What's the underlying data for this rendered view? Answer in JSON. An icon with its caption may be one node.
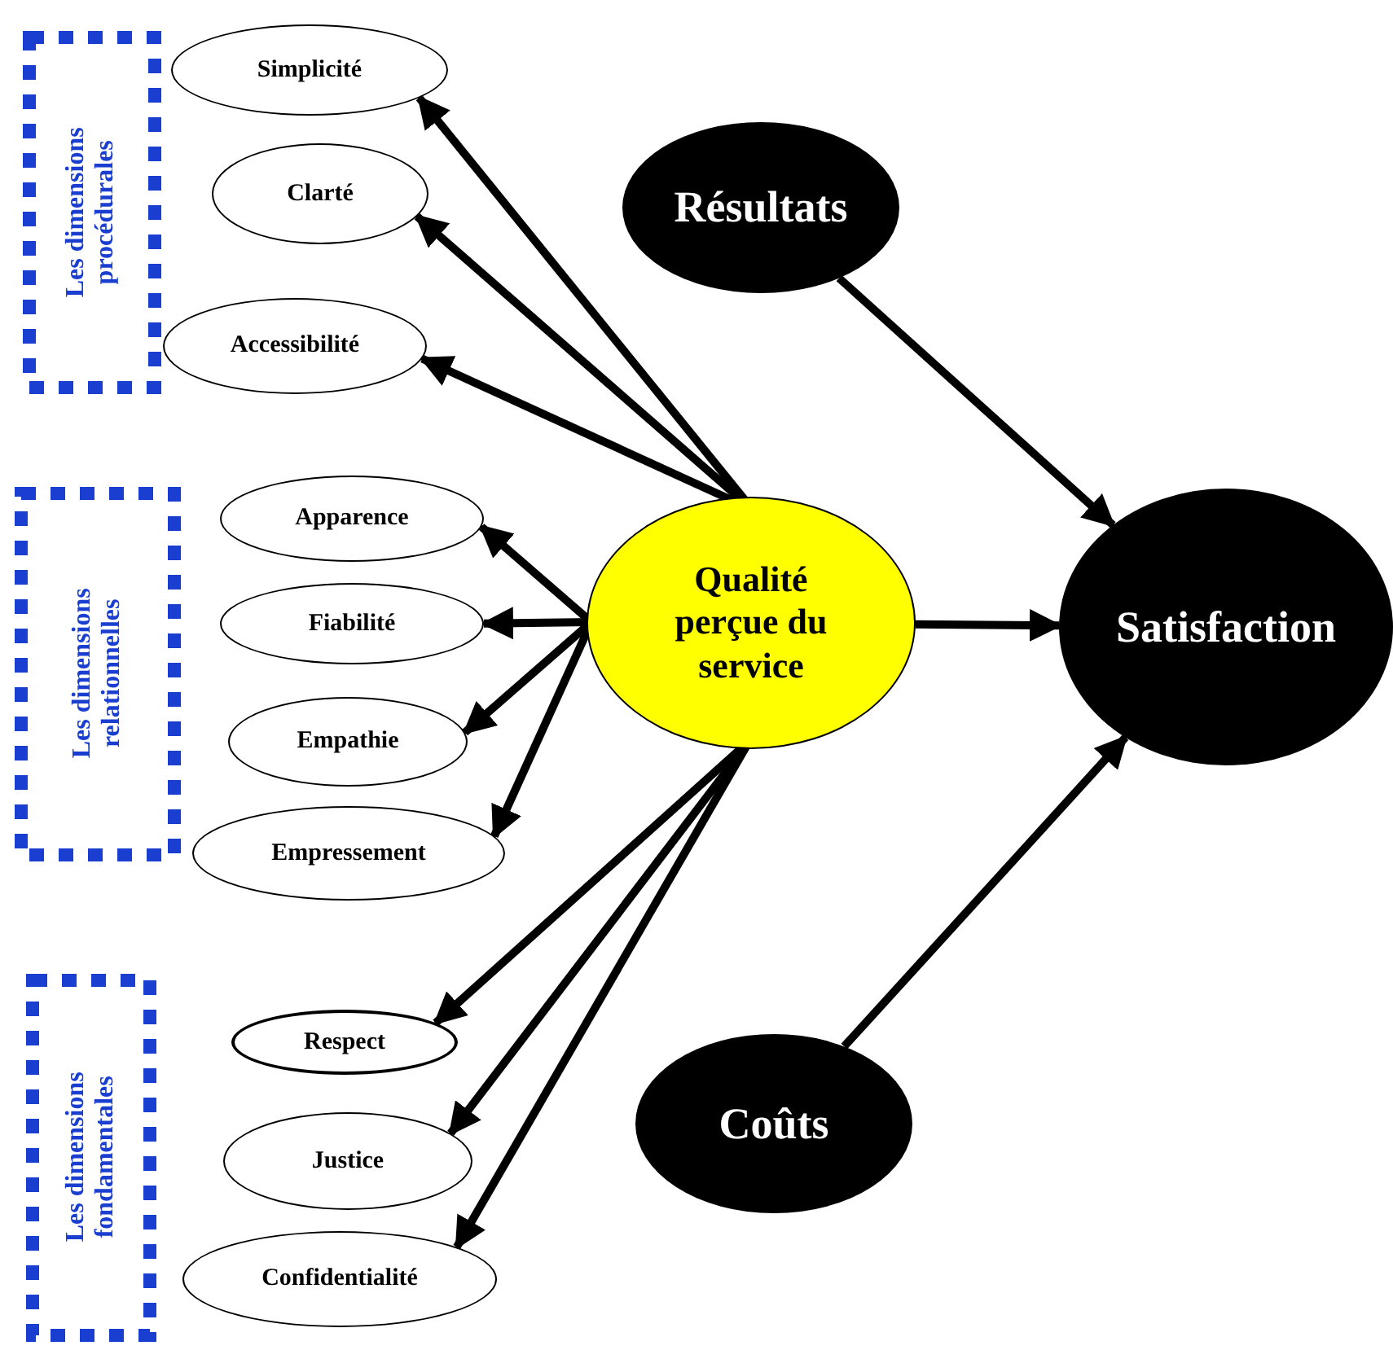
{
  "diagram": {
    "nodes": [
      {
        "text": [
          "Les dimensions procédurales"
        ]
      },
      {
        "text": [
          "Simplicité"
        ]
      },
      {
        "text": [
          "Clarté"
        ]
      },
      {
        "text": [
          "Accessibilité"
        ]
      },
      {
        "text": [
          "Les dimensions relationnelles"
        ]
      },
      {
        "text": [
          "Apparence"
        ]
      },
      {
        "text": [
          "Fiabilité"
        ]
      },
      {
        "text": [
          "Empathie"
        ]
      },
      {
        "text": [
          "Empressement"
        ]
      },
      {
        "text": [
          "Les dimensions fondamentales"
        ]
      },
      {
        "text": [
          "Respect"
        ]
      },
      {
        "text": [
          "Justice"
        ]
      },
      {
        "text": [
          "Confidentialité"
        ]
      },
      {
        "text": [
          "Résultats"
        ]
      },
      {
        "text": [
          "Qualité perçue du service"
        ]
      },
      {
        "text": [
          "Satisfaction"
        ]
      },
      {
        "text": [
          "Coûts"
        ]
      }
    ],
    "edges": [
      {
        "from": 14,
        "to": 1,
        "arrow": "to"
      },
      {
        "from": 14,
        "to": 2,
        "arrow": "to"
      },
      {
        "from": 14,
        "to": 3,
        "arrow": "to"
      },
      {
        "from": 14,
        "to": 5,
        "arrow": "to"
      },
      {
        "from": 14,
        "to": 6,
        "arrow": "to"
      },
      {
        "from": 14,
        "to": 7,
        "arrow": "to"
      },
      {
        "from": 14,
        "to": 8,
        "arrow": "to"
      },
      {
        "from": 14,
        "to": 10,
        "arrow": "to"
      },
      {
        "from": 14,
        "to": 11,
        "arrow": "to"
      },
      {
        "from": 14,
        "to": 12,
        "arrow": "to"
      },
      {
        "from": 13,
        "to": 15,
        "arrow": "to"
      },
      {
        "from": 14,
        "to": 15,
        "arrow": "to"
      },
      {
        "from": 16,
        "to": 15,
        "arrow": "to"
      }
    ]
  }
}
